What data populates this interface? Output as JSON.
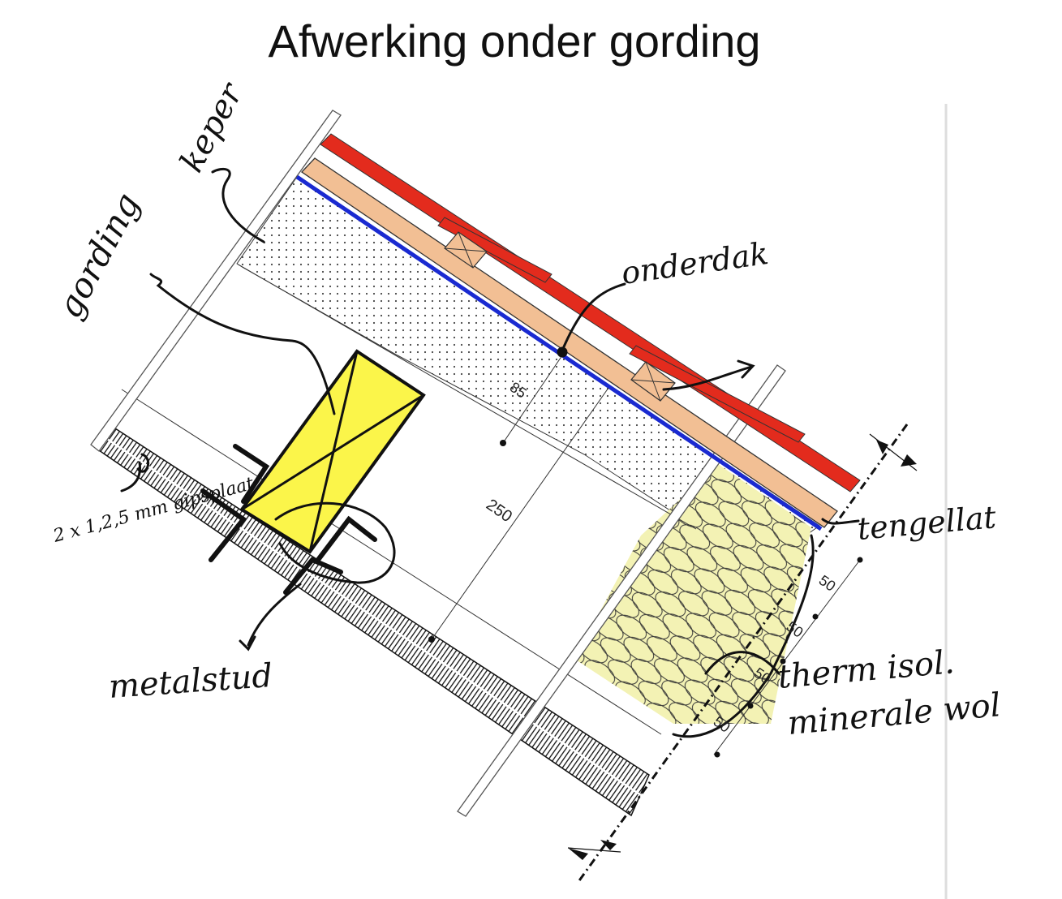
{
  "title": "Afwerking onder gording",
  "labels": {
    "keper": "keper",
    "gording": "gording",
    "onderdak": "onderdak",
    "tengellat": "tengellat",
    "gipsplaat": "2 x 1,2,5 mm gipsplaat",
    "metalstud": "metalstud",
    "therm_isol": "therm isol.",
    "minerale_wol": "minerale wol"
  },
  "dimensions": {
    "d85": "85",
    "d250": "250",
    "d50a": "50",
    "d50b": "50",
    "d50c": "50",
    "d50d": "50"
  },
  "colors": {
    "roof_tiles": "#e32b1d",
    "tengellat": "#f2bf94",
    "onderdak": "#1a2ad1",
    "gording": "#fbf54a",
    "insulation": "#f3f2b4",
    "line": "#111111"
  }
}
